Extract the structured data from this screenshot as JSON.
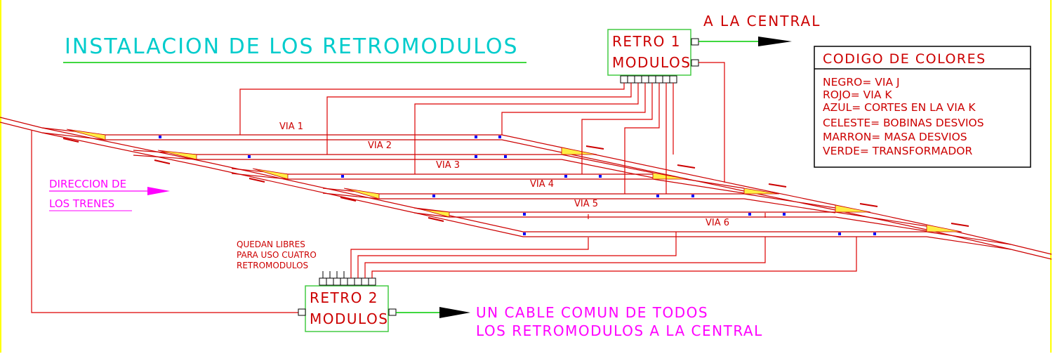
{
  "title": "INSTALACION DE LOS RETROMODULOS",
  "to_central": "A LA CENTRAL",
  "retro1": {
    "line1": "RETRO 1",
    "line2": "MODULOS"
  },
  "retro2": {
    "line1": "RETRO 2",
    "line2": "MODULOS"
  },
  "legend": {
    "title": "CODIGO DE COLORES",
    "items": [
      "NEGRO= VIA J",
      "ROJO= VIA K",
      "AZUL= CORTES EN LA VIA K",
      "CELESTE= BOBINAS DESVIOS",
      "MARRON= MASA DESVIOS",
      "VERDE= TRANSFORMADOR"
    ]
  },
  "tracks": [
    "VIA 1",
    "VIA 2",
    "VIA 3",
    "VIA 4",
    "VIA 5",
    "VIA 6"
  ],
  "direction": {
    "line1": "DIRECCION DE",
    "line2": "LOS TRENES"
  },
  "free_note": [
    "QUEDAN LIBRES",
    "PARA USO CUATRO",
    "RETROMODULOS"
  ],
  "common_cable": {
    "line1": "UN CABLE COMUN DE TODOS",
    "line2": "LOS RETROMODULOS A LA CENTRAL"
  },
  "colors": {
    "track": "#cc0000",
    "wire": "#dd0000",
    "module_border": "#44cc44",
    "title_text": "#00cccc",
    "label_text": "#cc0000",
    "magenta": "#ff00ff",
    "legend_text": "#cc0000",
    "cut_marker": "#0000ff",
    "turnout": "#ffee44"
  }
}
